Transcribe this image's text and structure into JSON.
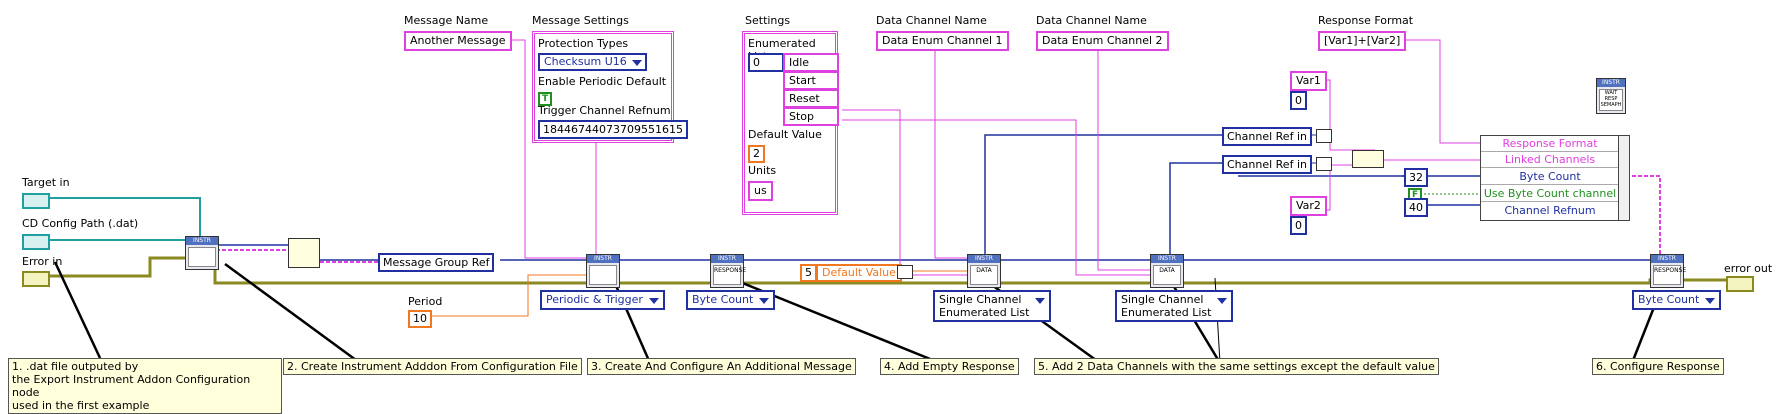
{
  "labels": {
    "message_name": "Message Name",
    "message_settings": "Message Settings",
    "settings": "Settings",
    "data_channel_name_1": "Data Channel Name",
    "data_channel_name_2": "Data Channel Name",
    "response_format": "Response Format",
    "target_in": "Target in",
    "cd_config_path": "CD Config Path (.dat)",
    "error_in": "Error in",
    "error_out": "error out",
    "period": "Period"
  },
  "constants": {
    "message_name_value": "Another Message",
    "channel_1_name": "Data Enum Channel 1",
    "channel_2_name": "Data Enum Channel 2",
    "response_format_value": "[Var1]+[Var2]",
    "message_group_ref": "Message Group Ref",
    "period_value": "10",
    "default_value_num": "5",
    "default_value_label": "Default Value",
    "var1": "Var1",
    "var1_value": "0",
    "var2": "Var2",
    "var2_value": "0",
    "channel_ref_in_1": "Channel Ref in",
    "channel_ref_in_2": "Channel Ref in",
    "byte_count_value": "32",
    "channel_refnum_value": "40",
    "use_byte_count_bool": "F"
  },
  "message_settings": {
    "protection_types_label": "Protection Types",
    "protection_types_value": "Checksum U16",
    "enable_periodic_label": "Enable Periodic Default",
    "enable_periodic_value": "T",
    "trigger_refnum_label": "Trigger Channel Refnum",
    "trigger_refnum_value": "18446744073709551615"
  },
  "settings_cluster": {
    "enumerated_list_label": "Enumerated List",
    "index_value": "0",
    "items": [
      "Idle",
      "Start",
      "Reset",
      "Stop"
    ],
    "default_value_label": "Default Value",
    "default_value": "2",
    "units_label": "Units",
    "units_value": "us"
  },
  "bundler": {
    "rows": [
      "Response Format",
      "Linked Channels",
      "Byte Count",
      "Use Byte Count channel",
      "Channel Refnum"
    ]
  },
  "rings": {
    "periodic_trigger": "Periodic & Trigger",
    "byte_count_1": "Byte Count",
    "single_channel_1a": "Single Channel",
    "single_channel_1b": "Enumerated List",
    "single_channel_2a": "Single Channel",
    "single_channel_2b": "Enumerated List",
    "byte_count_2": "Byte Count"
  },
  "vi_icons": {
    "instr": "INSTR",
    "data": "DATA",
    "response": "RESPONSE",
    "wait": "WAIT RESP SEMAPH"
  },
  "notes": {
    "n1": "1. .dat file outputed by\nthe Export Instrument Addon Configuration node\nused in the first example",
    "n2": "2. Create Instrument Adddon From Configuration File",
    "n3": "3. Create And Configure An Additional Message",
    "n4": "4. Add Empty  Response",
    "n5": "5. Add 2 Data Channels with the same settings except the default value",
    "n6": "6. Configure Response"
  },
  "colors": {
    "string_wire": "#e040e0",
    "ref_wire": "#2030a0",
    "error_wire": "#8a8a20",
    "numeric_orange": "#f07820",
    "path_teal": "#20a0a0",
    "bool_green": "#209020",
    "note_bg": "#ffffdc"
  }
}
